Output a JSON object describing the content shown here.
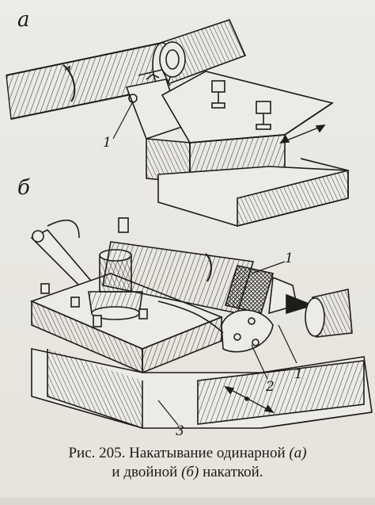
{
  "figure": {
    "panel_a_label": "а",
    "panel_b_label": "б",
    "callouts": {
      "a_1": "1",
      "b_1_top": "1",
      "b_1_right": "1",
      "b_2": "2",
      "b_3": "3"
    }
  },
  "caption": {
    "line1_prefix": "Рис. 205. Накатывание одинарной",
    "line1_ref": "(а)",
    "line2_prefix": "и двойной",
    "line2_ref": "(б)",
    "line2_suffix": "накаткой."
  }
}
